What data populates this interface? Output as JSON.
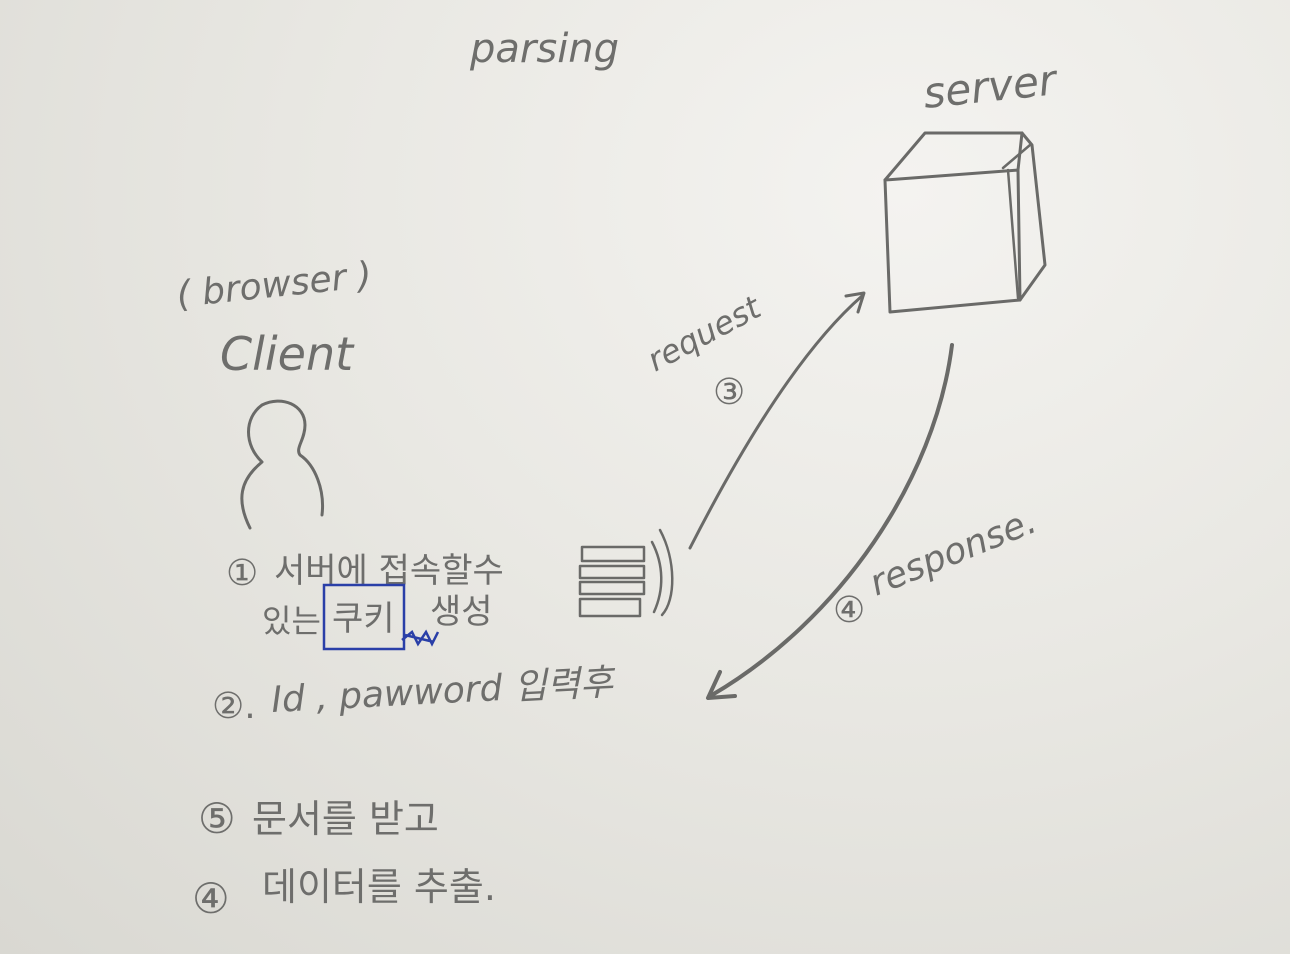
{
  "title": "parsing",
  "server": {
    "label": "server"
  },
  "client": {
    "tag": "( browser )",
    "label": "Client"
  },
  "arrows": {
    "request_label": "request",
    "request_step": "③",
    "response_label": "response.",
    "response_step": "④"
  },
  "steps": {
    "step1_num": "①",
    "step1_line1": "서버에 접속할수",
    "step1_line2_pre": "있는",
    "step1_cookie": "쿠키",
    "step1_line2_post": "생성",
    "step2_num": "②.",
    "step2_text": "Id , pawword 입력후",
    "step5_num": "⑤",
    "step5_text": "문서를  받고",
    "step4_num": "④",
    "step4_text": "데이터를  추출."
  },
  "colors": {
    "pencil": "#6e6e6c",
    "blue_pen": "#2a3fa8",
    "paper": "#ebeae6"
  }
}
